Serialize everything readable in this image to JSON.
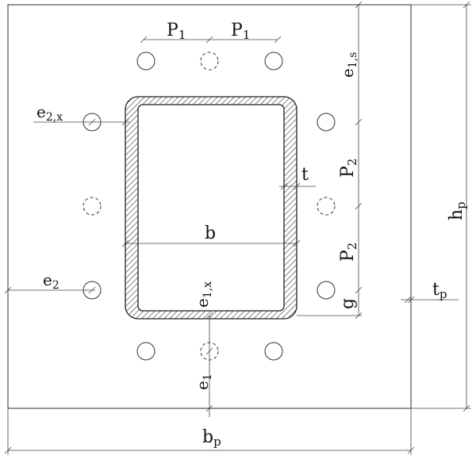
{
  "labels": {
    "p1_left_main": "P",
    "p1_left_sub": "1",
    "p1_right_main": "P",
    "p1_right_sub": "1",
    "e1s_main": "e",
    "e1s_sub": "1,s",
    "e2x_main": "e",
    "e2x_sub": "2,x",
    "t": "t",
    "p2_upper_main": "P",
    "p2_upper_sub": "2",
    "p2_lower_main": "P",
    "p2_lower_sub": "2",
    "b": "b",
    "hp_main": "h",
    "hp_sub": "p",
    "e2_main": "e",
    "e2_sub": "2",
    "e1x_main": "e",
    "e1x_sub": "1,x",
    "g": "g",
    "tp_main": "t",
    "tp_sub": "p",
    "e1_main": "e",
    "e1_sub": "1",
    "bp_main": "b",
    "bp_sub": "p"
  }
}
